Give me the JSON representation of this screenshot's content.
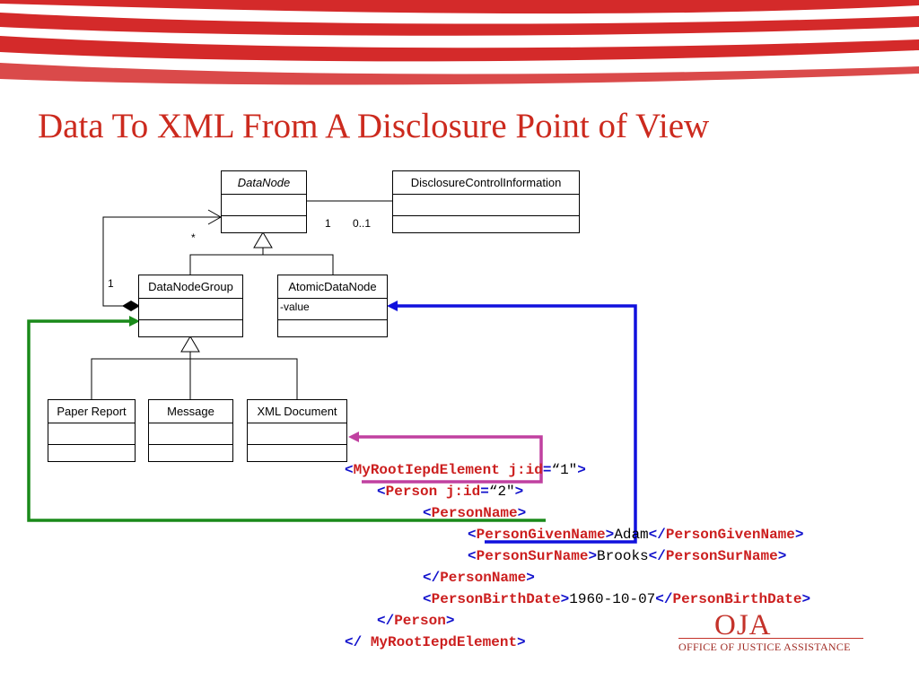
{
  "title": "Data To XML From A Disclosure Point of View",
  "uml": {
    "datanode": {
      "name": "DataNode"
    },
    "disclosure": {
      "name": "DisclosureControlInformation"
    },
    "datanodegroup": {
      "name": "DataNodeGroup"
    },
    "atomic": {
      "name": "AtomicDataNode",
      "attribute": "-value"
    },
    "paper": {
      "name": "Paper Report"
    },
    "message": {
      "name": "Message"
    },
    "xmldoc": {
      "name": "XML Document"
    },
    "multiplicities": {
      "one_left": "1",
      "zero_one": "0..1",
      "star": "*",
      "one_group": "1"
    }
  },
  "xml": {
    "l1": {
      "open": "<",
      "tag": "MyRootIepdElement",
      "attr": " j:id",
      "eq": "=",
      "val": "“1\"",
      "close": ">"
    },
    "l2": {
      "open": "<",
      "tag": "Person",
      "attr": " j:id",
      "eq": "=",
      "val": "“2\"",
      "close": ">"
    },
    "l3": {
      "open": "<",
      "tag": "PersonName",
      "close": ">"
    },
    "l4": {
      "open": "<",
      "tag": "PersonGivenName",
      "mid": ">",
      "text": "Adam",
      "end_open": "</",
      "end_tag": "PersonGivenName",
      "close": ">"
    },
    "l5": {
      "open": "<",
      "tag": "PersonSurName",
      "mid": ">",
      "text": "Brooks",
      "end_open": "</",
      "end_tag": "PersonSurName",
      "close": ">"
    },
    "l6": {
      "open": "</",
      "tag": "PersonName",
      "close": ">"
    },
    "l7": {
      "open": "<",
      "tag": "PersonBirthDate",
      "mid": ">",
      "text": "1960-10-07",
      "end_open": "</",
      "end_tag": "PersonBirthDate",
      "close": ">"
    },
    "l8": {
      "open": "</",
      "tag": "Person",
      "close": ">"
    },
    "l9": {
      "open": "</ ",
      "tag": "MyRootIepdElement",
      "close": ">"
    }
  },
  "logo": {
    "mark": "OJA",
    "caption": "OFFICE OF JUSTICE ASSISTANCE"
  },
  "colors": {
    "title": "#cc2a1e",
    "green_link": "#1a8a1a",
    "blue_link": "#1010dd",
    "magenta_link": "#c040a0",
    "banner_stripe": "#d42a2a"
  }
}
